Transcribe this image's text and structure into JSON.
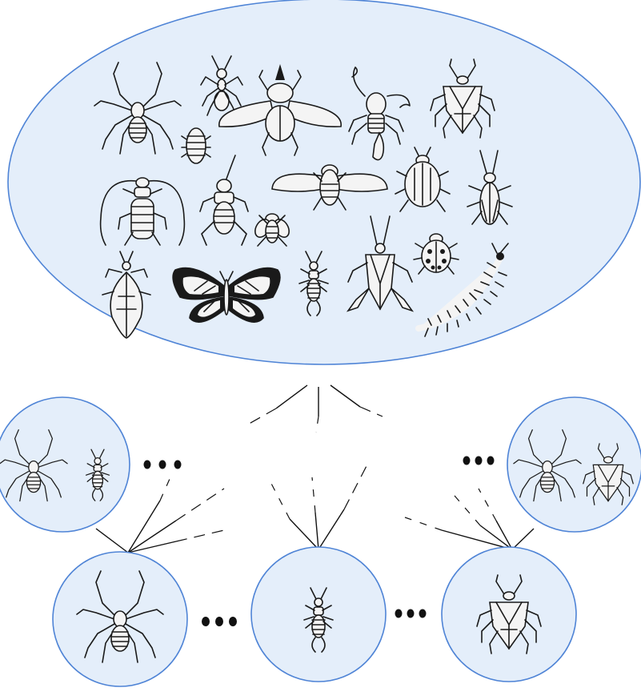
{
  "diagram": {
    "root": {
      "name": "insect-collection",
      "insects": [
        "spider",
        "ant",
        "rhinoceros-beetle",
        "scorpion",
        "stink-bug",
        "pill-bug",
        "longhorn-beetle",
        "cricket",
        "fly",
        "cicada",
        "striped-beetle",
        "cockroach",
        "leaf-insect",
        "butterfly",
        "earwig",
        "leaf-footed-bug",
        "ladybug",
        "centipede"
      ]
    },
    "mid_left": {
      "insects": [
        "spider",
        "earwig"
      ]
    },
    "mid_right": {
      "insects": [
        "spider",
        "stink-bug"
      ]
    },
    "bottom": [
      {
        "insects": [
          "spider"
        ]
      },
      {
        "insects": [
          "earwig"
        ]
      },
      {
        "insects": [
          "stink-bug"
        ]
      }
    ],
    "ellipsis_marker": "dots",
    "colors": {
      "node_fill": "#e4eefa",
      "node_stroke": "#4f84d6",
      "edge": "#111111"
    }
  }
}
